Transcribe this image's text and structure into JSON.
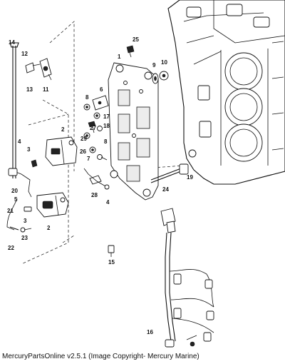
{
  "footer_caption": "MercuryPartsOnline v2.5.1 (Image Copyright- Mercury Marine)",
  "callouts": {
    "c1": "1",
    "c2a": "2",
    "c2b": "2",
    "c3a": "3",
    "c3b": "3",
    "c4a": "4",
    "c4b": "4",
    "c5": "5",
    "c6": "6",
    "c7": "7",
    "c8a": "8",
    "c8b": "8",
    "c9": "9",
    "c10": "10",
    "c11": "11",
    "c12": "12",
    "c13": "13",
    "c14": "14",
    "c15": "15",
    "c16": "16",
    "c17": "17",
    "c18": "18",
    "c19": "19",
    "c20": "20",
    "c21": "21",
    "c22": "22",
    "c23": "23",
    "c24": "24",
    "c25": "25",
    "c26": "26",
    "c27": "27",
    "c28": "28",
    "c29": "29"
  }
}
